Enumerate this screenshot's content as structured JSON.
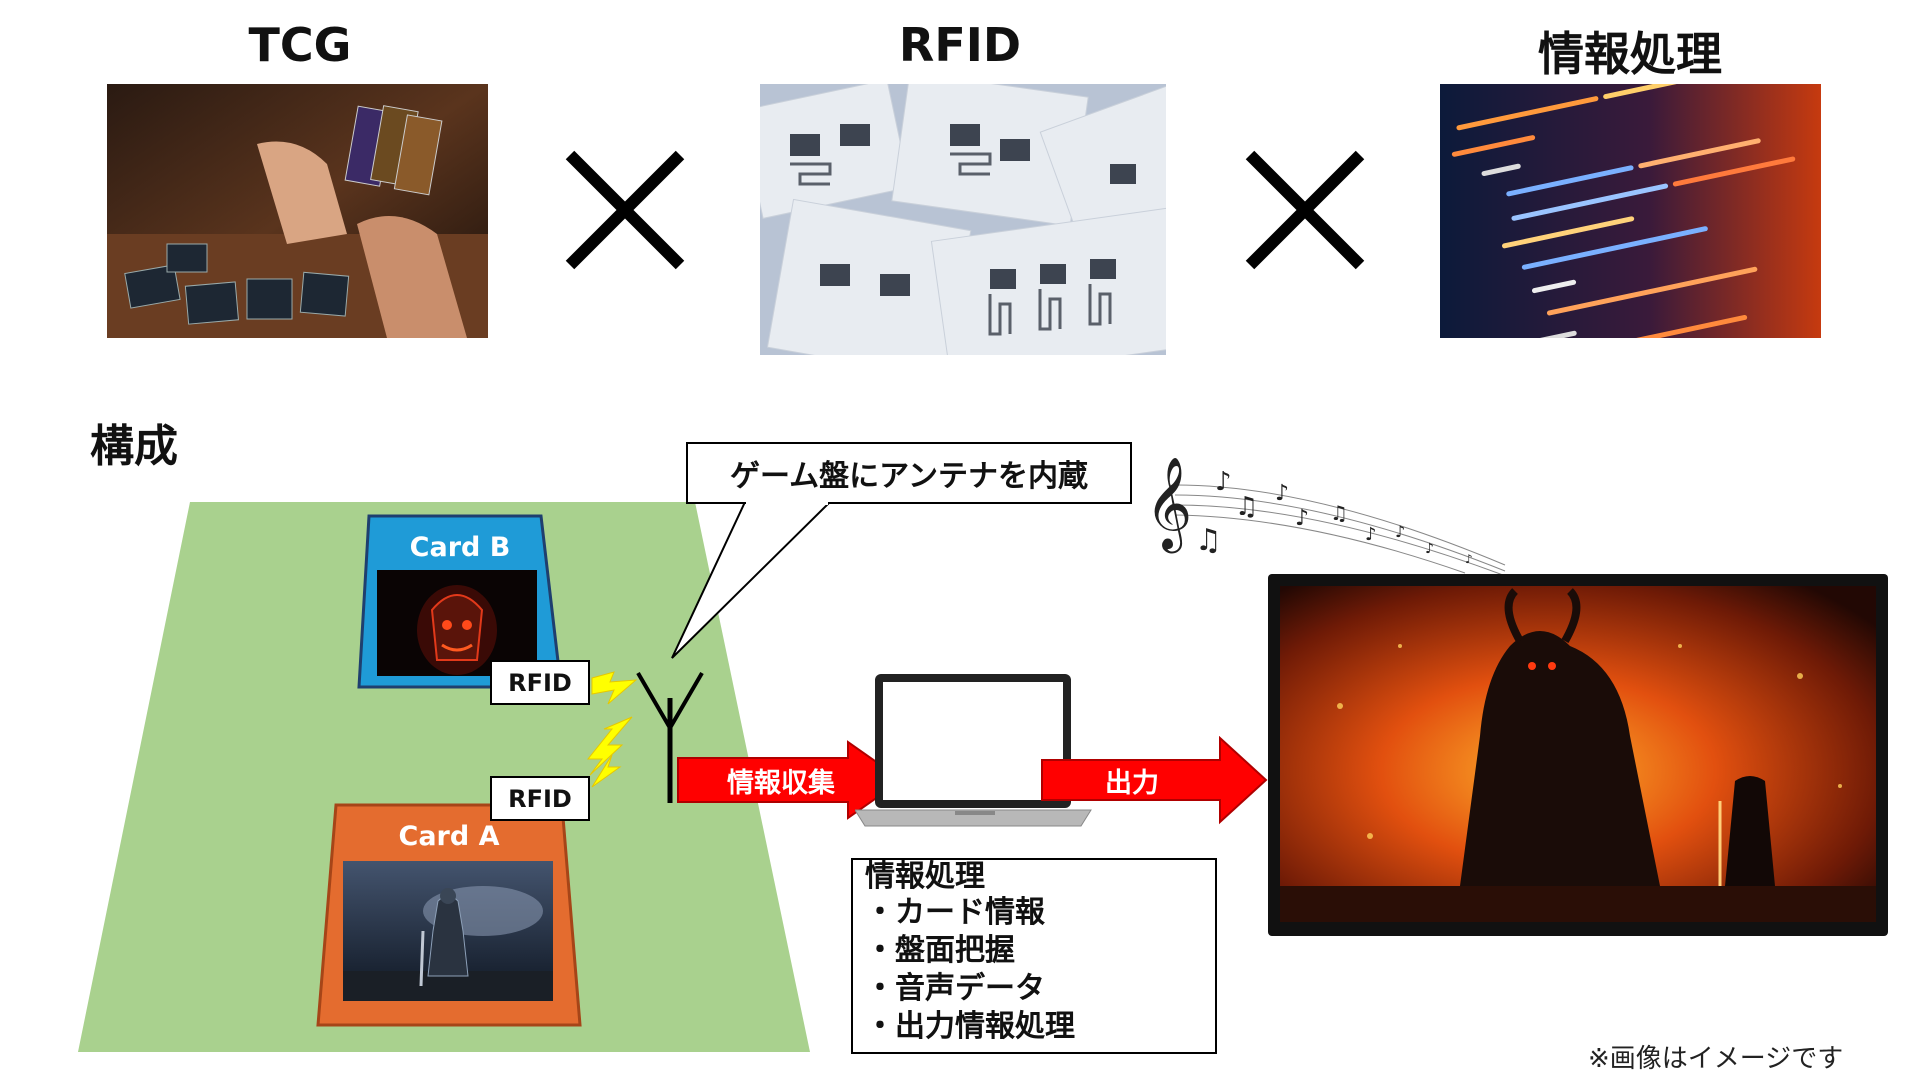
{
  "headings": {
    "tcg": "TCG",
    "rfid": "RFID",
    "processing": "情報処理"
  },
  "section": {
    "title": "構成"
  },
  "callout": {
    "text": "ゲーム盤にアンテナを内蔵"
  },
  "cards": {
    "card_b": "Card B",
    "card_a": "Card A"
  },
  "rfid_tags": {
    "upper": "RFID",
    "lower": "RFID"
  },
  "arrows": {
    "collect": "情報収集",
    "output": "出力"
  },
  "processing_box": {
    "title": "情報処理",
    "items": [
      "・カード情報",
      "・盤面把握",
      "・音声データ",
      "・出力情報処理"
    ]
  },
  "note": "※画像はイメージです",
  "colors": {
    "board": "#a9d18e",
    "card_b": "#1f9bd7",
    "card_a": "#e46c2f",
    "arrow": "#ff0000",
    "lightning": "#ffff00"
  }
}
